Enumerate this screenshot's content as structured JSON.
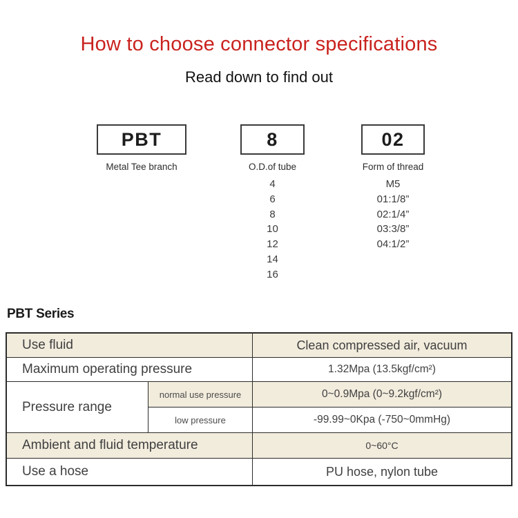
{
  "page": {
    "title": "How to choose connector specifications",
    "subtitle": "Read down to find out"
  },
  "selector": {
    "segments": [
      {
        "code": "PBT",
        "label": "Metal Tee branch",
        "options": []
      },
      {
        "code": "8",
        "label": "O.D.of tube",
        "options": [
          "4",
          "6",
          "8",
          "10",
          "12",
          "14",
          "16"
        ]
      },
      {
        "code": "02",
        "label": "Form of thread",
        "options": [
          "M5",
          "01:1/8”",
          "02:1/4”",
          "03:3/8”",
          "04:1/2”"
        ]
      }
    ]
  },
  "series": {
    "heading": "PBT Series",
    "spec_table": {
      "rows": [
        {
          "label": "Use fluid",
          "value": "Clean compressed air, vacuum",
          "shaded": true
        },
        {
          "label": "Maximum operating pressure",
          "value": "1.32Mpa (13.5kgf/cm²)",
          "shaded": false
        },
        {
          "label": "Pressure range",
          "sub_rows": [
            {
              "label": "normal use pressure",
              "value": "0~0.9Mpa (0~9.2kgf/cm²)",
              "shaded": true
            },
            {
              "label": "low pressure",
              "value": "-99.99~0Kpa (-750~0mmHg)",
              "shaded": false
            }
          ]
        },
        {
          "label": "Ambient and fluid temperature",
          "value": "0~60°C",
          "shaded": true
        },
        {
          "label": "Use a hose",
          "value": "PU hose, nylon tube",
          "shaded": false
        }
      ]
    }
  },
  "colors": {
    "accent_red": "#c9221e",
    "shaded_row": "#f2ecdd",
    "border": "#2b2b2b"
  }
}
